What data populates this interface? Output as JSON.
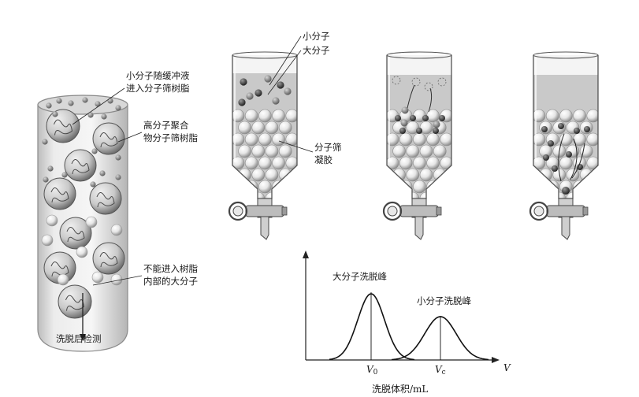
{
  "column_diagram": {
    "label_small_line1": "小分子随缓冲液",
    "label_small_line2": "进入分子筛树脂",
    "label_polymer_line1": "高分子聚合",
    "label_polymer_line2": "物分子筛树脂",
    "label_large_line1": "不能进入树脂",
    "label_large_line2": "内部的大分子",
    "label_bottom": "洗脱后检测"
  },
  "funnel_panel": {
    "label_small_molecule": "小分子",
    "label_large_molecule": "大分子",
    "label_gel_line1": "分子筛",
    "label_gel_line2": "凝胶"
  },
  "chart_data": {
    "type": "line",
    "xlabel": "洗脱体积/mL",
    "x_axis_symbol": "V",
    "series": [
      {
        "name": "大分子洗脱峰",
        "peak_at": "V0"
      },
      {
        "name": "小分子洗脱峰",
        "peak_at": "Vc"
      }
    ],
    "ticks": [
      {
        "main": "V",
        "sub": "0"
      },
      {
        "main": "V",
        "sub": "c"
      }
    ]
  },
  "colors": {
    "bead_light": "#f2f2f2",
    "bead_shadow": "#9a9a9a",
    "large_molecule": "#333333",
    "small_molecule": "#777777",
    "liquid": "#c8c8c8",
    "glass": "#dadada"
  }
}
